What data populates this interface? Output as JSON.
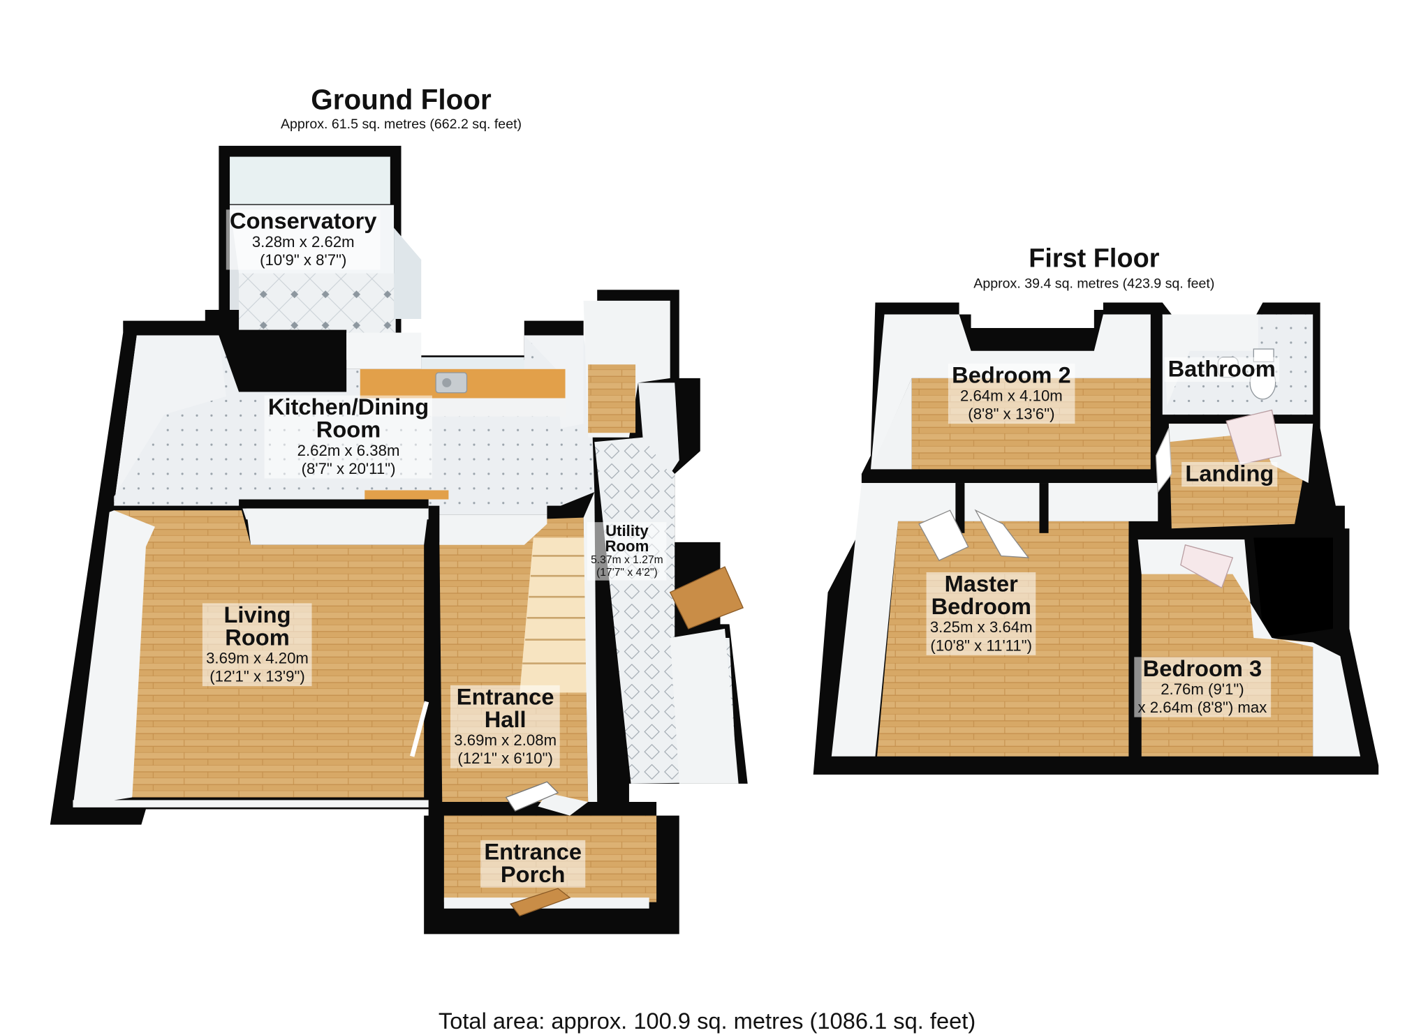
{
  "ground_floor": {
    "title": "Ground Floor",
    "area": "Approx. 61.5 sq. metres (662.2 sq. feet)",
    "rooms": [
      {
        "name": "Conservatory",
        "dim": "3.28m x 2.62m",
        "dim_imperial": "(10'9\" x 8'7\")"
      },
      {
        "name": "Kitchen/Dining Room",
        "name_line1": "Kitchen/Dining",
        "name_line2": "Room",
        "dim": "2.62m x 6.38m",
        "dim_imperial": "(8'7\" x 20'11\")"
      },
      {
        "name": "Utility Room",
        "name_line1": "Utility",
        "name_line2": "Room",
        "dim": "5.37m x 1.27m",
        "dim_imperial": "(17'7\" x 4'2\")"
      },
      {
        "name": "Living Room",
        "name_line1": "Living",
        "name_line2": "Room",
        "dim": "3.69m x 4.20m",
        "dim_imperial": "(12'1\" x 13'9\")"
      },
      {
        "name": "Entrance Hall",
        "name_line1": "Entrance",
        "name_line2": "Hall",
        "dim": "3.69m x 2.08m",
        "dim_imperial": "(12'1\" x 6'10\")"
      },
      {
        "name": "Entrance Porch",
        "name_line1": "Entrance",
        "name_line2": "Porch"
      }
    ]
  },
  "first_floor": {
    "title": "First Floor",
    "area": "Approx. 39.4 sq. metres (423.9 sq. feet)",
    "rooms": [
      {
        "name": "Bedroom 2",
        "dim": "2.64m x 4.10m",
        "dim_imperial": "(8'8\" x 13'6\")"
      },
      {
        "name": "Bathroom"
      },
      {
        "name": "Landing"
      },
      {
        "name": "Master Bedroom",
        "name_line1": "Master",
        "name_line2": "Bedroom",
        "dim": "3.25m x 3.64m",
        "dim_imperial": "(10'8\" x 11'11\")"
      },
      {
        "name": "Bedroom 3",
        "dim": "2.76m (9'1\")",
        "dim_imperial": "x 2.64m (8'8\") max"
      }
    ]
  },
  "total_area": "Total area: approx. 100.9 sq. metres (1086.1 sq. feet)",
  "colors": {
    "wall": "#0a0a0a",
    "wood_floor": "#d7a866",
    "tile_floor": "#e9ecef",
    "wall_face": "#f4f6f7",
    "worktop": "#e2a04a"
  }
}
